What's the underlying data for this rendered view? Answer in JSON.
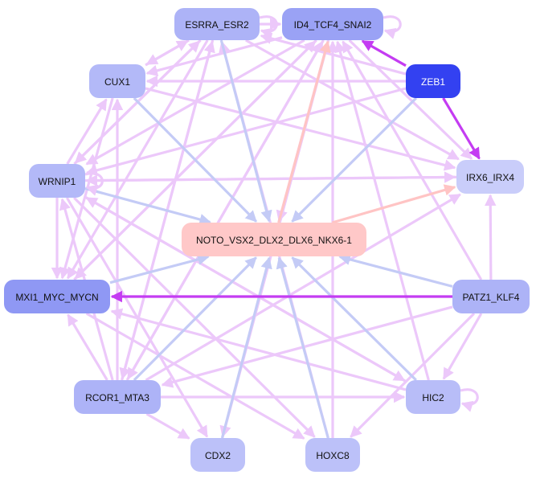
{
  "diagram": {
    "type": "directed-network",
    "colors": {
      "edge_default": "#ecc8fa",
      "edge_blue": "#c4cbf6",
      "edge_salmon": "#ffc4c4",
      "edge_strong": "#c43cf2"
    },
    "nodes": [
      {
        "id": "ESRRA_ESR2",
        "label": "ESRRA_ESR2",
        "fill": "#adb3f7",
        "text": "#111111"
      },
      {
        "id": "ID4_TCF4_SNAI2",
        "label": "ID4_TCF4_SNAI2",
        "fill": "#9aa2f5",
        "text": "#111111"
      },
      {
        "id": "CUX1",
        "label": "CUX1",
        "fill": "#b3b9f8",
        "text": "#111111"
      },
      {
        "id": "ZEB1",
        "label": "ZEB1",
        "fill": "#3341f1",
        "text": "#ffffff"
      },
      {
        "id": "WRNIP1",
        "label": "WRNIP1",
        "fill": "#b3b9f8",
        "text": "#111111"
      },
      {
        "id": "IRX6_IRX4",
        "label": "IRX6_IRX4",
        "fill": "#c9cdfa",
        "text": "#111111"
      },
      {
        "id": "NOTO_VSX2_DLX2_DLX6_NKX6-1",
        "label": "NOTO_VSX2_DLX2_DLX6_NKX6-1",
        "fill": "#ffc8c8",
        "text": "#111111"
      },
      {
        "id": "MXI1_MYC_MYCN",
        "label": "MXI1_MYC_MYCN",
        "fill": "#8f98f4",
        "text": "#111111"
      },
      {
        "id": "PATZ1_KLF4",
        "label": "PATZ1_KLF4",
        "fill": "#adb3f7",
        "text": "#111111"
      },
      {
        "id": "RCOR1_MTA3",
        "label": "RCOR1_MTA3",
        "fill": "#adb3f7",
        "text": "#111111"
      },
      {
        "id": "HIC2",
        "label": "HIC2",
        "fill": "#b8bdf8",
        "text": "#111111"
      },
      {
        "id": "CDX2",
        "label": "CDX2",
        "fill": "#bcc1f9",
        "text": "#111111"
      },
      {
        "id": "HOXC8",
        "label": "HOXC8",
        "fill": "#bcc1f9",
        "text": "#111111"
      }
    ],
    "edges": [
      {
        "from": "ZEB1",
        "to": "IRX6_IRX4",
        "kind": "strong"
      },
      {
        "from": "ZEB1",
        "to": "ID4_TCF4_SNAI2",
        "kind": "strong"
      },
      {
        "from": "PATZ1_KLF4",
        "to": "MXI1_MYC_MYCN",
        "kind": "strong"
      },
      {
        "from": "ZEB1",
        "to": "NOTO_VSX2_DLX2_DLX6_NKX6-1",
        "kind": "blue"
      },
      {
        "from": "ESRRA_ESR2",
        "to": "NOTO_VSX2_DLX2_DLX6_NKX6-1",
        "kind": "blue"
      },
      {
        "from": "CUX1",
        "to": "NOTO_VSX2_DLX2_DLX6_NKX6-1",
        "kind": "blue"
      },
      {
        "from": "WRNIP1",
        "to": "NOTO_VSX2_DLX2_DLX6_NKX6-1",
        "kind": "blue"
      },
      {
        "from": "MXI1_MYC_MYCN",
        "to": "NOTO_VSX2_DLX2_DLX6_NKX6-1",
        "kind": "blue"
      },
      {
        "from": "PATZ1_KLF4",
        "to": "NOTO_VSX2_DLX2_DLX6_NKX6-1",
        "kind": "blue"
      },
      {
        "from": "RCOR1_MTA3",
        "to": "NOTO_VSX2_DLX2_DLX6_NKX6-1",
        "kind": "blue"
      },
      {
        "from": "HIC2",
        "to": "NOTO_VSX2_DLX2_DLX6_NKX6-1",
        "kind": "blue"
      },
      {
        "from": "CDX2",
        "to": "NOTO_VSX2_DLX2_DLX6_NKX6-1",
        "kind": "blue"
      },
      {
        "from": "HOXC8",
        "to": "NOTO_VSX2_DLX2_DLX6_NKX6-1",
        "kind": "blue"
      },
      {
        "from": "ID4_TCF4_SNAI2",
        "to": "NOTO_VSX2_DLX2_DLX6_NKX6-1",
        "kind": "default"
      },
      {
        "from": "NOTO_VSX2_DLX2_DLX6_NKX6-1",
        "to": "ID4_TCF4_SNAI2",
        "kind": "salmon"
      },
      {
        "from": "NOTO_VSX2_DLX2_DLX6_NKX6-1",
        "to": "IRX6_IRX4",
        "kind": "salmon"
      },
      {
        "from": "ZEB1",
        "to": "CUX1",
        "kind": "default"
      },
      {
        "from": "ZEB1",
        "to": "ESRRA_ESR2",
        "kind": "default"
      },
      {
        "from": "ZEB1",
        "to": "WRNIP1",
        "kind": "default"
      },
      {
        "from": "ID4_TCF4_SNAI2",
        "to": "IRX6_IRX4",
        "kind": "default"
      },
      {
        "from": "ESRRA_ESR2",
        "to": "IRX6_IRX4",
        "kind": "default"
      },
      {
        "from": "CUX1",
        "to": "IRX6_IRX4",
        "kind": "default"
      },
      {
        "from": "WRNIP1",
        "to": "IRX6_IRX4",
        "kind": "default"
      },
      {
        "from": "PATZ1_KLF4",
        "to": "IRX6_IRX4",
        "kind": "default"
      },
      {
        "from": "RCOR1_MTA3",
        "to": "IRX6_IRX4",
        "kind": "default"
      },
      {
        "from": "ID4_TCF4_SNAI2",
        "to": "CUX1",
        "kind": "default"
      },
      {
        "from": "ID4_TCF4_SNAI2",
        "to": "WRNIP1",
        "kind": "default"
      },
      {
        "from": "ID4_TCF4_SNAI2",
        "to": "MXI1_MYC_MYCN",
        "kind": "default"
      },
      {
        "from": "ID4_TCF4_SNAI2",
        "to": "RCOR1_MTA3",
        "kind": "default"
      },
      {
        "from": "ID4_TCF4_SNAI2",
        "to": "CDX2",
        "kind": "default"
      },
      {
        "from": "ESRRA_ESR2",
        "to": "CUX1",
        "kind": "default"
      },
      {
        "from": "ESRRA_ESR2",
        "to": "WRNIP1",
        "kind": "default"
      },
      {
        "from": "ESRRA_ESR2",
        "to": "MXI1_MYC_MYCN",
        "kind": "default"
      },
      {
        "from": "ESRRA_ESR2",
        "to": "RCOR1_MTA3",
        "kind": "default"
      },
      {
        "from": "ESRRA_ESR2",
        "to": "ID4_TCF4_SNAI2",
        "kind": "default"
      },
      {
        "from": "CUX1",
        "to": "ESRRA_ESR2",
        "kind": "default"
      },
      {
        "from": "WRNIP1",
        "to": "CUX1",
        "kind": "default"
      },
      {
        "from": "WRNIP1",
        "to": "MXI1_MYC_MYCN",
        "kind": "default"
      },
      {
        "from": "WRNIP1",
        "to": "CDX2",
        "kind": "default"
      },
      {
        "from": "WRNIP1",
        "to": "HIC2",
        "kind": "default"
      },
      {
        "from": "WRNIP1",
        "to": "HOXC8",
        "kind": "default"
      },
      {
        "from": "WRNIP1",
        "to": "ESRRA_ESR2",
        "kind": "default"
      },
      {
        "from": "RCOR1_MTA3",
        "to": "CUX1",
        "kind": "default"
      },
      {
        "from": "RCOR1_MTA3",
        "to": "MXI1_MYC_MYCN",
        "kind": "default"
      },
      {
        "from": "RCOR1_MTA3",
        "to": "ID4_TCF4_SNAI2",
        "kind": "default"
      },
      {
        "from": "RCOR1_MTA3",
        "to": "ESRRA_ESR2",
        "kind": "default"
      },
      {
        "from": "RCOR1_MTA3",
        "to": "CDX2",
        "kind": "default"
      },
      {
        "from": "RCOR1_MTA3",
        "to": "HIC2",
        "kind": "default"
      },
      {
        "from": "RCOR1_MTA3",
        "to": "WRNIP1",
        "kind": "default"
      },
      {
        "from": "PATZ1_KLF4",
        "to": "ID4_TCF4_SNAI2",
        "kind": "default"
      },
      {
        "from": "PATZ1_KLF4",
        "to": "RCOR1_MTA3",
        "kind": "default"
      },
      {
        "from": "PATZ1_KLF4",
        "to": "HOXC8",
        "kind": "default"
      },
      {
        "from": "PATZ1_KLF4",
        "to": "HIC2",
        "kind": "default"
      },
      {
        "from": "HIC2",
        "to": "MXI1_MYC_MYCN",
        "kind": "default"
      },
      {
        "from": "HIC2",
        "to": "ID4_TCF4_SNAI2",
        "kind": "default"
      },
      {
        "from": "HIC2",
        "to": "WRNIP1",
        "kind": "default"
      },
      {
        "from": "HOXC8",
        "to": "ID4_TCF4_SNAI2",
        "kind": "default"
      },
      {
        "from": "HOXC8",
        "to": "ESRRA_ESR2",
        "kind": "default"
      },
      {
        "from": "CDX2",
        "to": "ID4_TCF4_SNAI2",
        "kind": "default"
      },
      {
        "from": "MXI1_MYC_MYCN",
        "to": "HOXC8",
        "kind": "default"
      },
      {
        "from": "MXI1_MYC_MYCN",
        "to": "ID4_TCF4_SNAI2",
        "kind": "default"
      },
      {
        "from": "CUX1",
        "to": "MXI1_MYC_MYCN",
        "kind": "default"
      },
      {
        "from": "IRX6_IRX4",
        "to": "WRNIP1",
        "kind": "default"
      }
    ],
    "self_loops": [
      {
        "node": "ESRRA_ESR2",
        "kind": "default"
      },
      {
        "node": "ID4_TCF4_SNAI2",
        "kind": "default"
      },
      {
        "node": "WRNIP1",
        "kind": "default"
      },
      {
        "node": "HIC2",
        "kind": "default"
      }
    ]
  }
}
